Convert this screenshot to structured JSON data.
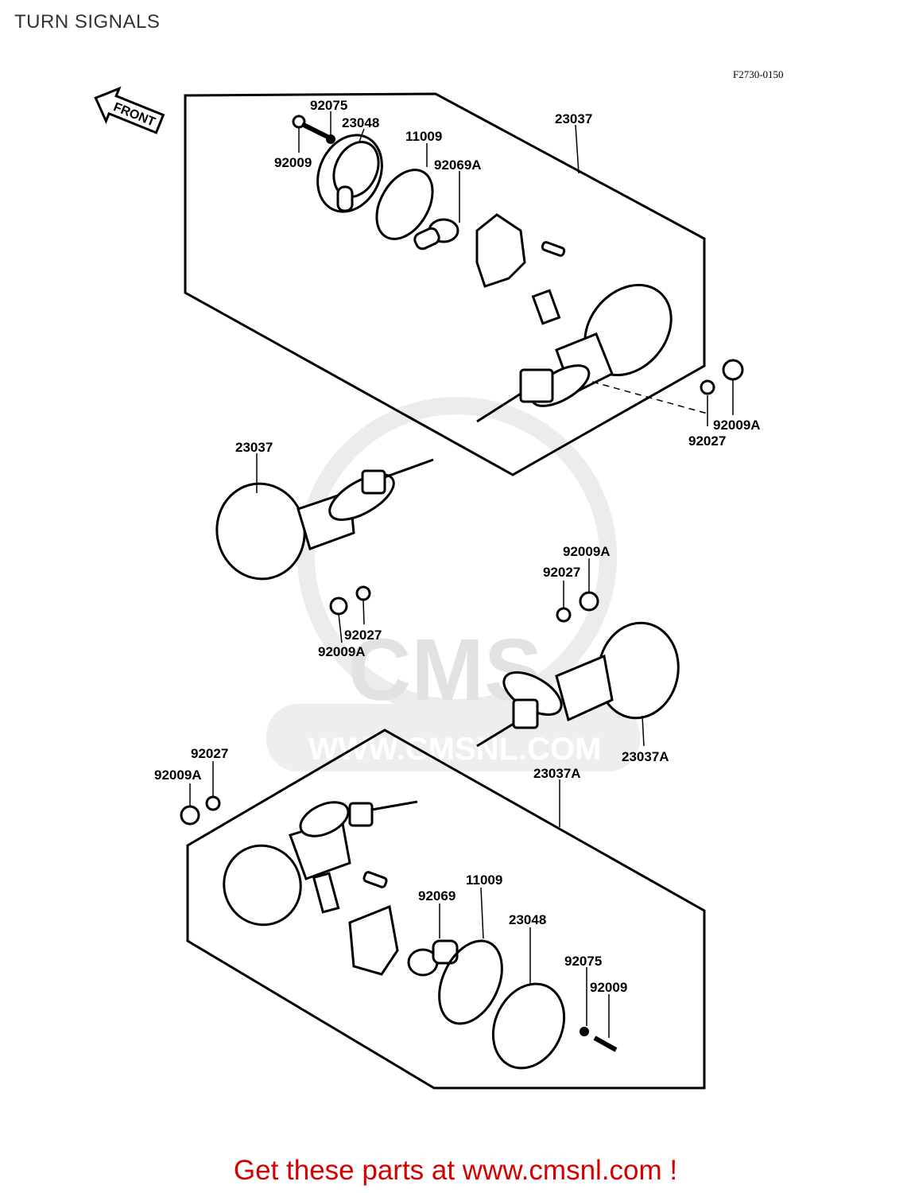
{
  "header": {
    "title": "TURN SIGNALS",
    "ref_code": "F2730-0150"
  },
  "front_arrow": {
    "label": "FRONT"
  },
  "watermark": {
    "site": "WWW.CMSNL.COM",
    "brand": "CMS"
  },
  "callouts": {
    "top_bolt": "92075",
    "top_lens": "23048",
    "top_gasket": "11009",
    "top_screw": "92009",
    "top_bulb": "92069A",
    "top_assembly": "23037",
    "top_right_bolt": "92009A",
    "top_right_collar": "92027",
    "left_assembly": "23037",
    "left_collar": "92027",
    "left_bolt": "92009A",
    "mid_bolt": "92009A",
    "mid_collar": "92027",
    "right_assembly": "23037A",
    "bottom_collar": "92027",
    "bottom_bolt": "92009A",
    "bottom_assembly": "23037A",
    "bottom_gasket": "11009",
    "bottom_bulb": "92069",
    "bottom_lens": "23048",
    "bottom_washer": "92075",
    "bottom_screw": "92009"
  },
  "footer": {
    "text": "Get these parts at www.cmsnl.com !"
  },
  "colors": {
    "footer_text": "#d40000",
    "line": "#000000",
    "watermark": "#e6e6e6"
  }
}
